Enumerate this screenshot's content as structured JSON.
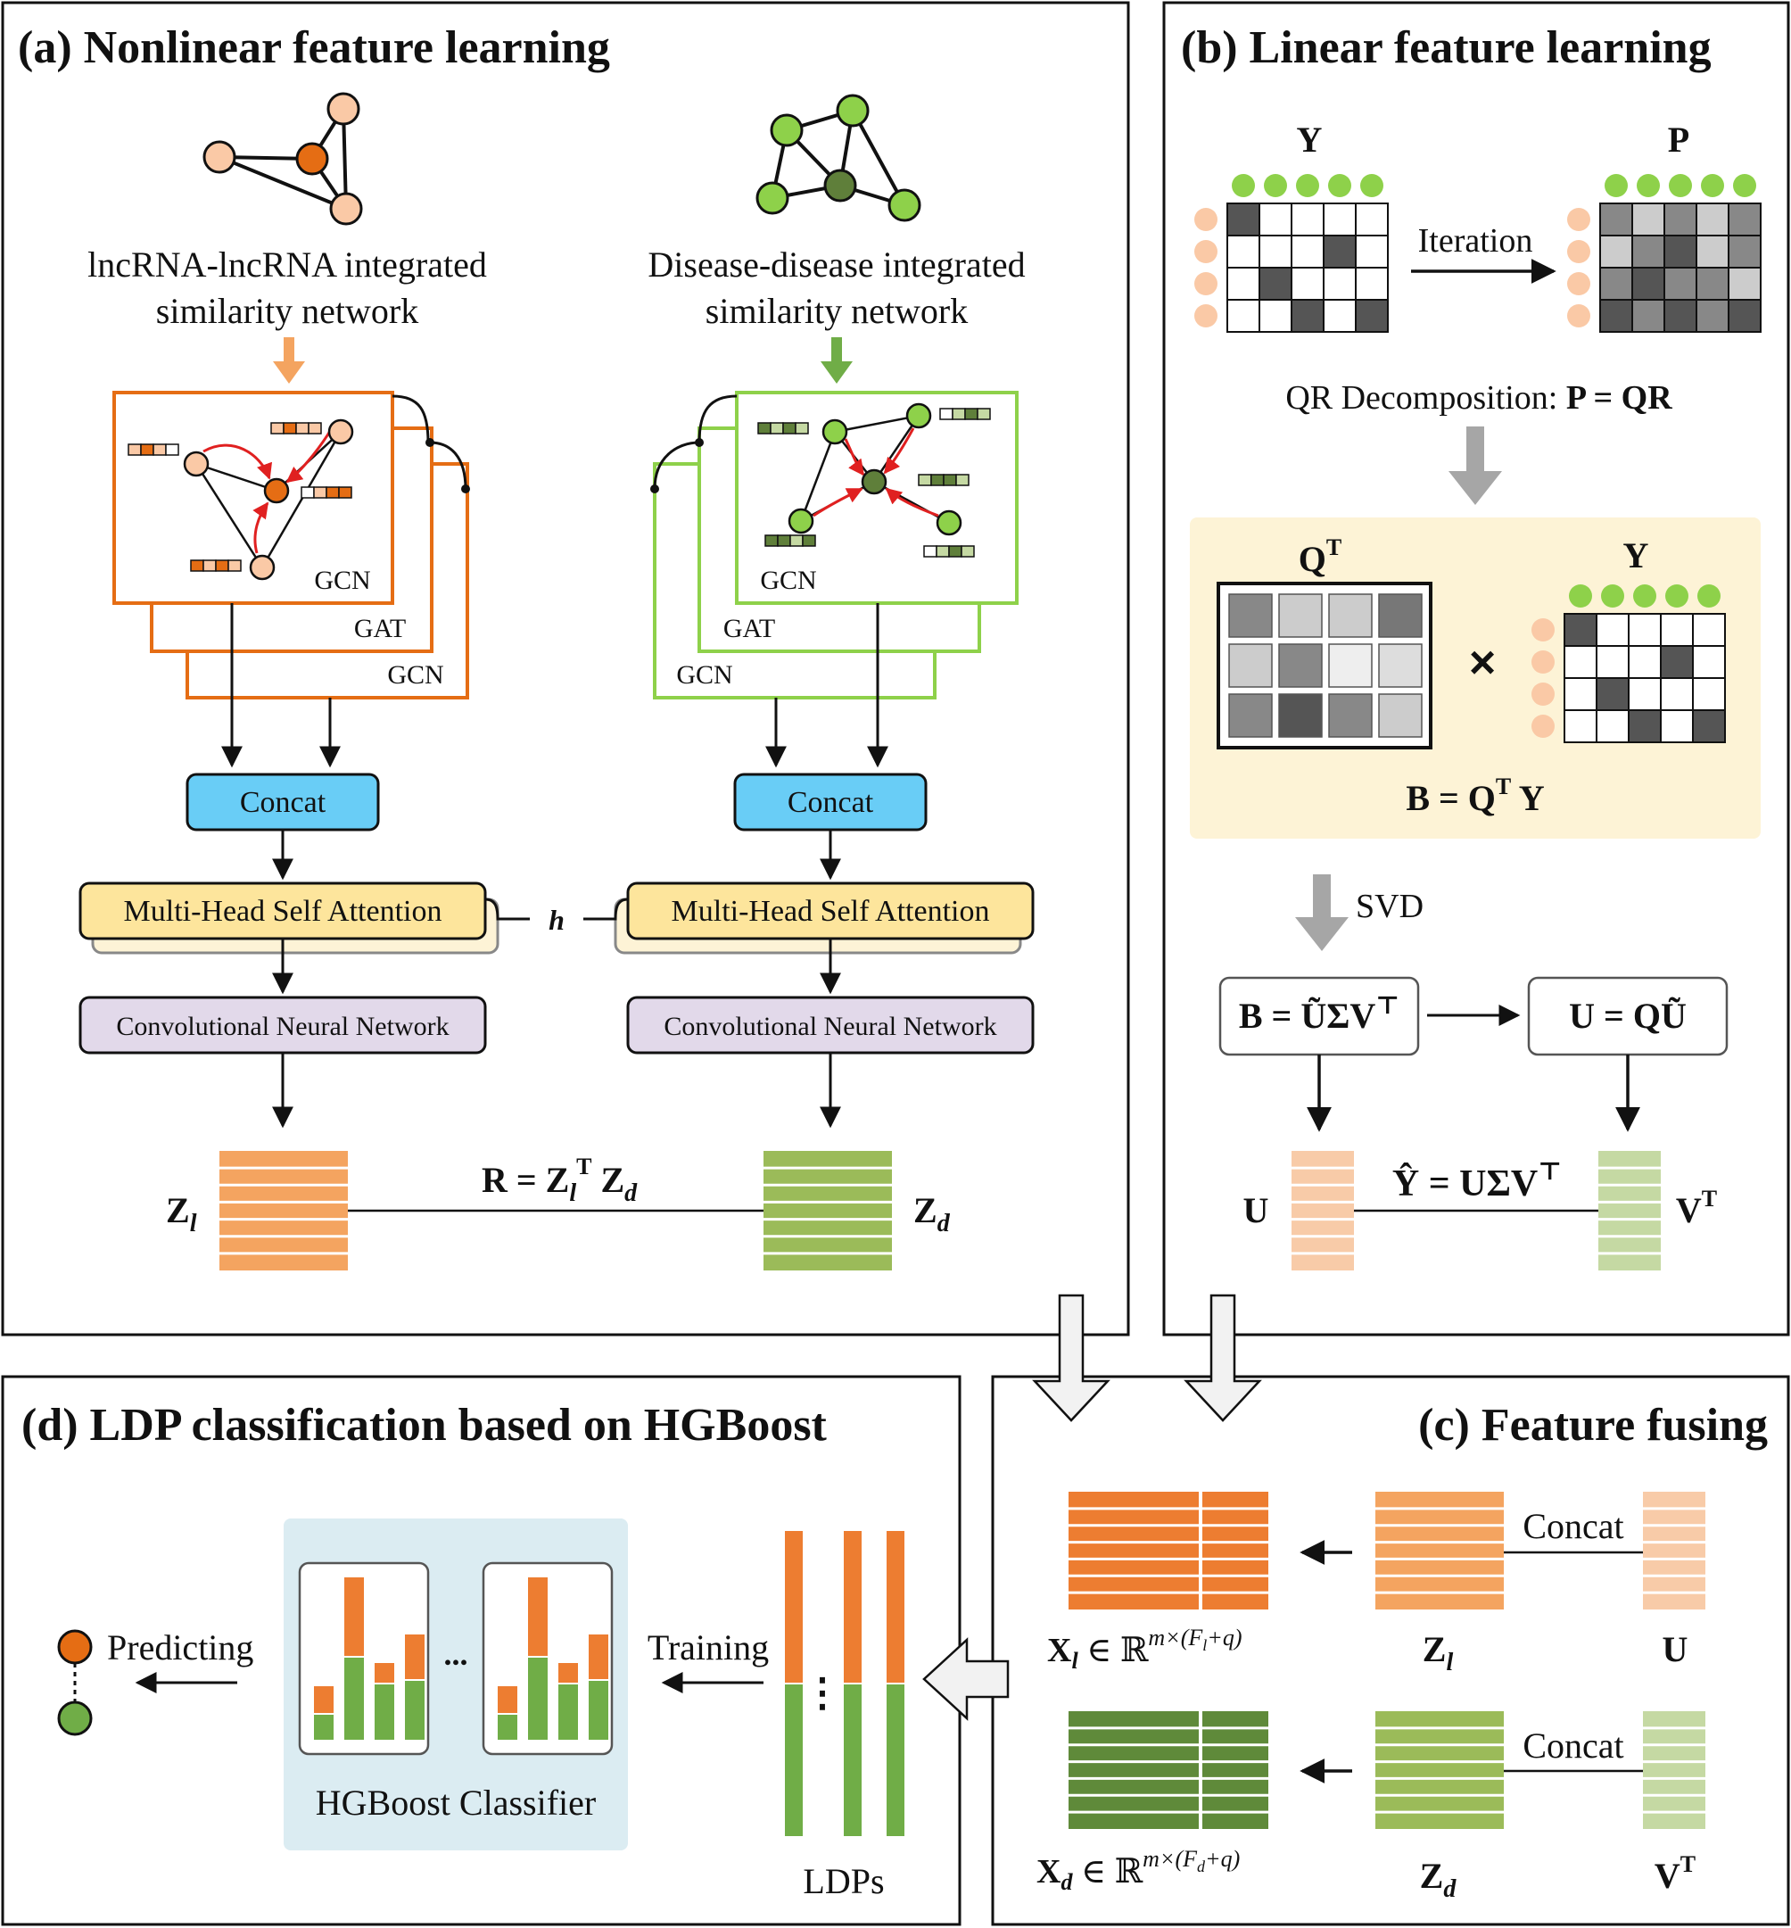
{
  "colors": {
    "orange": "#ed7d31",
    "orange_mid": "#f4a460",
    "orange_light": "#f8cba8",
    "orange_node": "#fac9a6",
    "orange_dark": "#e56d14",
    "green": "#70ad47",
    "green_mid": "#9bbb59",
    "green_light": "#c5d9a3",
    "green_node": "#8ed14a",
    "green_dark": "#5f7f3a",
    "concat_blue": "#69cdf6",
    "attention_yellow": "#fde59c",
    "cnn_purple": "#e2d9ea",
    "qr_panel": "#fdf3d6",
    "classifier_panel": "#dbecf2",
    "red_arrow": "#e02020",
    "gray_arrow": "#a6a6a6"
  },
  "panel_a": {
    "title": "(a) Nonlinear feature learning",
    "lnc_network_label": [
      "lncRNA-lncRNA integrated",
      "similarity network"
    ],
    "dis_network_label": [
      "Disease-disease integrated",
      "similarity network"
    ],
    "layer_labels_left": [
      "GCN",
      "GAT",
      "GCN"
    ],
    "layer_labels_right": [
      "GCN",
      "GAT",
      "GCN"
    ],
    "concat_label": "Concat",
    "attention_label": "Multi-Head Self Attention",
    "shared_symbol": "h",
    "cnn_label": "Convolutional Neural Network",
    "zl_label": "Z",
    "zl_sub": "l",
    "zd_label": "Z",
    "zd_sub": "d",
    "r_eq": {
      "lhs": "R = Z",
      "sub1": "l",
      "sup": "T",
      "mid": " Z",
      "sub2": "d"
    }
  },
  "panel_b": {
    "title": "(b) Linear feature learning",
    "y_label": "Y",
    "p_label": "P",
    "iteration_label": "Iteration",
    "qr_text": "QR Decomposition: ",
    "qr_eq": "P = QR",
    "qt_label": "Q",
    "qt_sup": "T",
    "times": "×",
    "y2_label": "Y",
    "b_eq": {
      "lhs": "B = Q",
      "sup": "T",
      "rhs": " Y"
    },
    "svd_label": "SVD",
    "svd_box": "B = ŨΣV",
    "svd_sup": "⊤",
    "u_box": "U = QŨ",
    "u_label": "U",
    "vt_label": "V",
    "vt_sup": "T",
    "yhat_eq": "Ŷ = UΣV",
    "yhat_sup": "⊤"
  },
  "panel_c": {
    "title": "(c) Feature fusing",
    "concat1": "Concat",
    "concat2": "Concat",
    "xl_label": "X",
    "xl_sub": "l",
    "xl_set": " ∈ ℝ",
    "xl_sup": "m×(F",
    "xl_sup_sub": "l",
    "xl_sup_end": "+q)",
    "xd_label": "X",
    "xd_sub": "d",
    "xd_set": " ∈ ℝ",
    "xd_sup": "m×(F",
    "xd_sup_sub": "d",
    "xd_sup_end": "+q)",
    "zl_label": "Z",
    "zl_sub": "l",
    "u_label": "U",
    "zd_label": "Z",
    "zd_sub": "d",
    "vt_label": "V",
    "vt_sup": "T"
  },
  "panel_d": {
    "title": "(d) LDP classification based on HGBoost",
    "predicting_label": "Predicting",
    "training_label": "Training",
    "ellipsis": "...",
    "vdots": "⋮",
    "classifier_label": "HGBoost Classifier",
    "ldps_label": "LDPs"
  }
}
